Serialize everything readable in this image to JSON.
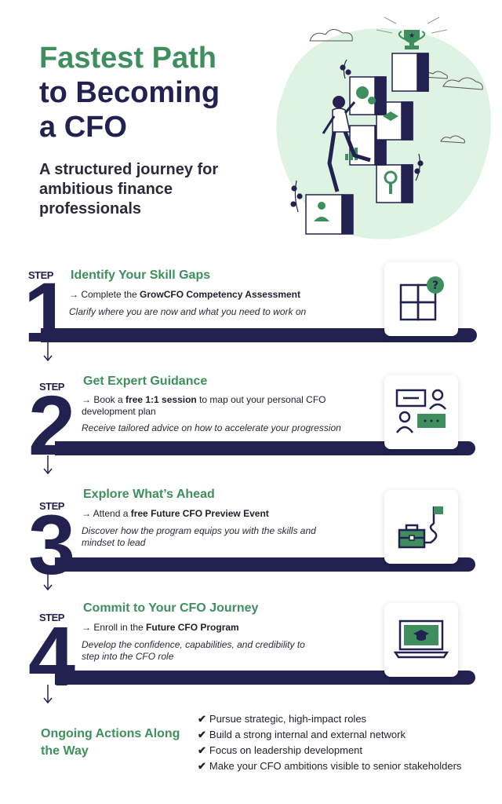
{
  "hero": {
    "title_line1": "Fastest Path",
    "title_line2": "to Becoming",
    "title_line3": "a CFO",
    "subtitle": "A structured journey for ambitious finance professionals"
  },
  "step_word": "STEP",
  "steps": [
    {
      "number": "1",
      "title": "Identify Your Skill Gaps",
      "action_prefix": "→ Complete the ",
      "action_bold": "GrowCFO Competency Assessment",
      "action_suffix": "",
      "note": "Clarify where you are now and what you need to work on",
      "icon": "puzzle-question-icon"
    },
    {
      "number": "2",
      "title": "Get Expert Guidance",
      "action_prefix": "→ Book a ",
      "action_bold": "free 1:1 session",
      "action_suffix": " to map out your personal CFO development plan",
      "note": "Receive tailored advice on how to accelerate your progression",
      "icon": "chat-people-icon"
    },
    {
      "number": "3",
      "title": "Explore What’s Ahead",
      "action_prefix": "→ Attend a ",
      "action_bold": "free Future CFO Preview Event",
      "action_suffix": "",
      "note": "Discover how the program equips you with the skills and mindset to lead",
      "icon": "briefcase-flag-icon"
    },
    {
      "number": "4",
      "title": "Commit to Your CFO Journey",
      "action_prefix": "→ Enroll in the ",
      "action_bold": "Future CFO Program",
      "action_suffix": "",
      "note": "Develop the confidence, capabilities, and credibility to step into the CFO role",
      "icon": "laptop-graduation-icon"
    }
  ],
  "ongoing": {
    "title": "Ongoing Actions Along the Way",
    "check": "✔",
    "items": [
      "Pursue strategic, high-impact roles",
      "Build a strong internal and external network",
      "Focus on leadership development",
      "Make your CFO ambitions visible to senior stakeholders"
    ]
  },
  "colors": {
    "green": "#3f8f5e",
    "navy": "#23214f",
    "light_green": "#dff3e3"
  }
}
